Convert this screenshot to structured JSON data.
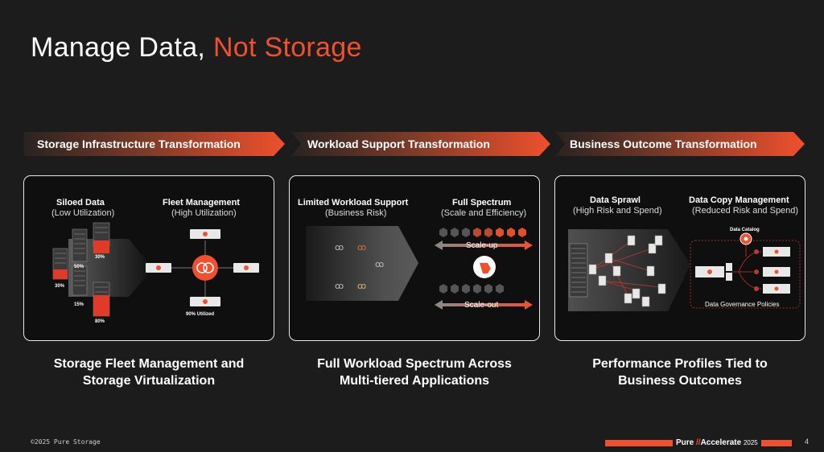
{
  "title": {
    "part1": "Manage Data, ",
    "part2": "Not Storage"
  },
  "banners": [
    {
      "label": "Storage Infrastructure Transformation"
    },
    {
      "label": "Workload Support Transformation"
    },
    {
      "label": "Business Outcome Transformation"
    }
  ],
  "panel1": {
    "left_title": "Siloed Data",
    "left_sub": "(Low Utilization)",
    "right_title": "Fleet Management",
    "right_sub": "(High Utilization)",
    "pct_50": "50%",
    "pct_30a": "30%",
    "pct_30b": "30%",
    "pct_15": "15%",
    "pct_80": "80%",
    "utilized": "90% Utilized"
  },
  "panel2": {
    "left_title": "Limited Workload Support",
    "left_sub": "(Business Risk)",
    "right_title": "Full Spectrum",
    "right_sub": "(Scale and Efficiency)",
    "scale_up": "Scale-up",
    "scale_out": "Scale-out"
  },
  "panel3": {
    "left_title": "Data Sprawl",
    "left_sub": "(High Risk and Spend)",
    "right_title": "Data Copy Management",
    "right_sub": "(Reduced Risk and Spend)",
    "catalog": "Data Catalog",
    "policies": "Data Governance Policies"
  },
  "captions": [
    {
      "line1": "Storage Fleet Management and",
      "line2": "Storage Virtualization"
    },
    {
      "line1": "Full Workload Spectrum Across",
      "line2": "Multi-tiered Applications"
    },
    {
      "line1": "Performance Profiles Tied to",
      "line2": "Business Outcomes"
    }
  ],
  "footer": {
    "copyright": "©2025 Pure Storage",
    "brand_pure": "Pure",
    "brand_slash": "//",
    "brand_accelerate": "Accelerate",
    "brand_year": "2025",
    "page": "4"
  },
  "colors": {
    "accent": "#f0502d",
    "background": "#1d1c1d",
    "panel": "#0f0f10"
  }
}
